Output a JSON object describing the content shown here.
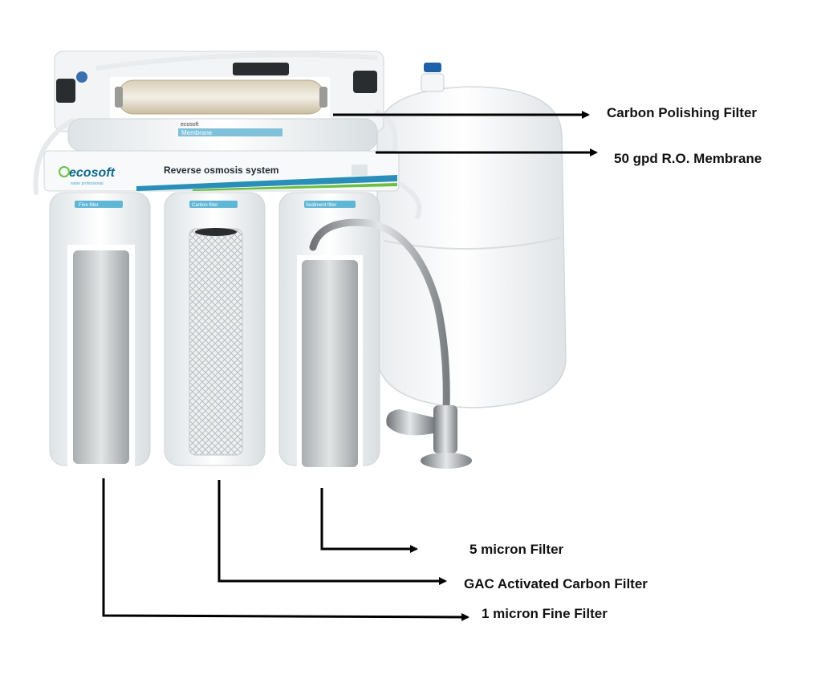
{
  "product": {
    "brand_logo": "ecosoft",
    "tagline": "water professional",
    "panel_title": "Reverse osmosis  system",
    "membrane_housing_brand": "ecosoft",
    "membrane_label": "Membrane",
    "housing_labels": [
      "Fine filter",
      "Carbon filter",
      "Sediment filter"
    ]
  },
  "callouts": [
    {
      "id": "carbon-polishing",
      "text": "Carbon Polishing Filter"
    },
    {
      "id": "membrane",
      "text": "50 gpd R.O. Membrane"
    },
    {
      "id": "5micron",
      "text": "5 micron Filter"
    },
    {
      "id": "gac",
      "text": "GAC Activated Carbon Filter"
    },
    {
      "id": "1micron",
      "text": "1 micron Fine Filter"
    }
  ],
  "colors": {
    "arrow": "#000000",
    "housing": "#eef2f3",
    "panel_accent": "#2a8fb8",
    "logo": "#0f6a8a",
    "label_text": "#111111"
  }
}
